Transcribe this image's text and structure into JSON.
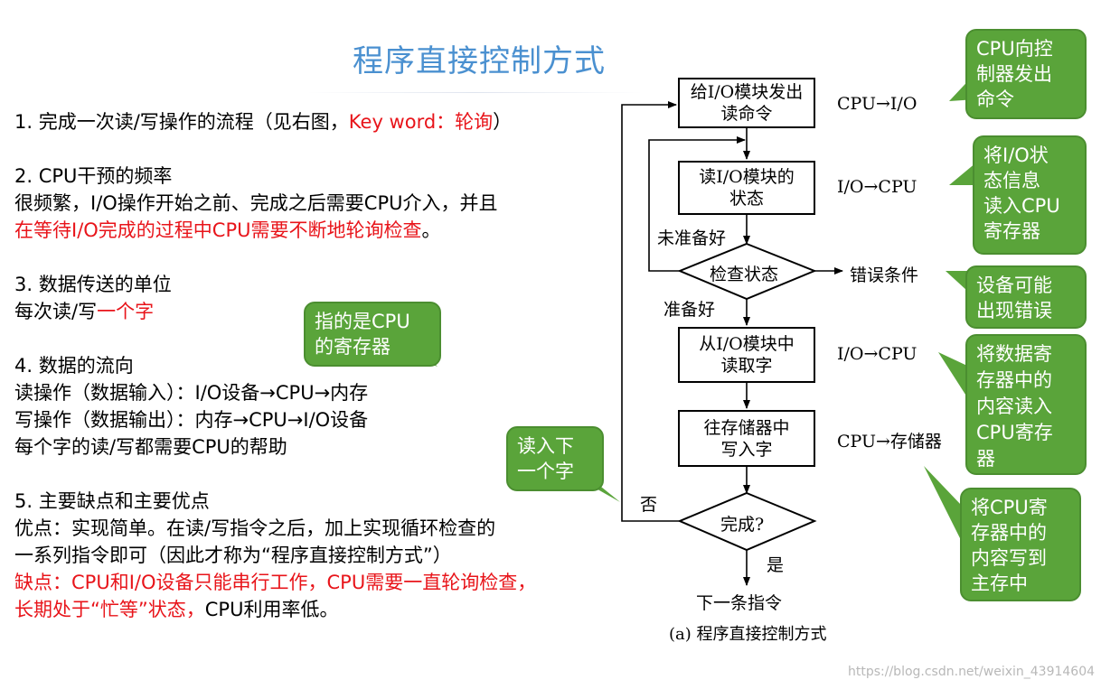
{
  "title": "程序直接控制方式",
  "left_text": {
    "p1": {
      "prefix": "1. 完成一次读/写操作的流程（见右图，",
      "highlight": "Key word：轮询",
      "suffix": "）"
    },
    "p2": {
      "heading": "2. CPU干预的频率",
      "line1": "很频繁，I/O操作开始之前、完成之后需要CPU介入，并且",
      "line2": "在等待I/O完成的过程中CPU需要不断地轮询检查",
      "line2_end": "。"
    },
    "p3": {
      "heading": "3. 数据传送的单位",
      "prefix": "每次读/写",
      "highlight": "一个字"
    },
    "p4": {
      "heading": "4. 数据的流向",
      "line1": "读操作（数据输入）：I/O设备→CPU→内存",
      "line2": "写操作（数据输出）：内存→CPU→I/O设备",
      "line3": "每个字的读/写都需要CPU的帮助"
    },
    "p5": {
      "heading": "5. 主要缺点和主要优点",
      "line1": "优点：实现简单。在读/写指令之后，加上实现循环检查的",
      "line2": "一系列指令即可（因此才称为“程序直接控制方式”）",
      "line3": "缺点：CPU和I/O设备只能串行工作，CPU需要一直轮询检查，",
      "line4_red": "长期处于“忙等”状态，",
      "line4_black": "CPU利用率低。"
    }
  },
  "flowchart": {
    "n1": [
      "给I/O模块发出",
      "读命令"
    ],
    "n2": [
      "读I/O模块的",
      "状态"
    ],
    "n3": "检查状态",
    "n4": [
      "从I/O模块中",
      "读取字"
    ],
    "n5": [
      "往存储器中",
      "写入字"
    ],
    "n6": "完成?",
    "end": "下一条指令",
    "lbl_cpu_io": "CPU→I/O",
    "lbl_io_cpu1": "I/O→CPU",
    "lbl_io_cpu2": "I/O→CPU",
    "lbl_cpu_mem": "CPU→存储器",
    "lbl_not_ready": "未准备好",
    "lbl_ready": "准备好",
    "lbl_error": "错误条件",
    "lbl_no": "否",
    "lbl_yes": "是",
    "caption": "(a) 程序直接控制方式"
  },
  "bubbles": {
    "b1": [
      "CPU向控",
      "制器发出",
      "命令"
    ],
    "b2": [
      "将I/O状",
      "态信息",
      "读入CPU",
      "寄存器"
    ],
    "b3": [
      "设备可能",
      "出现错误"
    ],
    "b4": [
      "将数据寄",
      "存器中的",
      "内容读入",
      "CPU寄存",
      "器"
    ],
    "b5": [
      "将CPU寄",
      "存器中的",
      "内容写到",
      "主存中"
    ],
    "b6": [
      "指的是CPU",
      "的寄存器"
    ],
    "b7": [
      "读入下",
      "一个字"
    ]
  },
  "watermark": "https://blog.csdn.net/weixin_43914604",
  "colors": {
    "title": "#4a90d0",
    "red": "#e8141a",
    "bubble": "#5aa43a"
  }
}
